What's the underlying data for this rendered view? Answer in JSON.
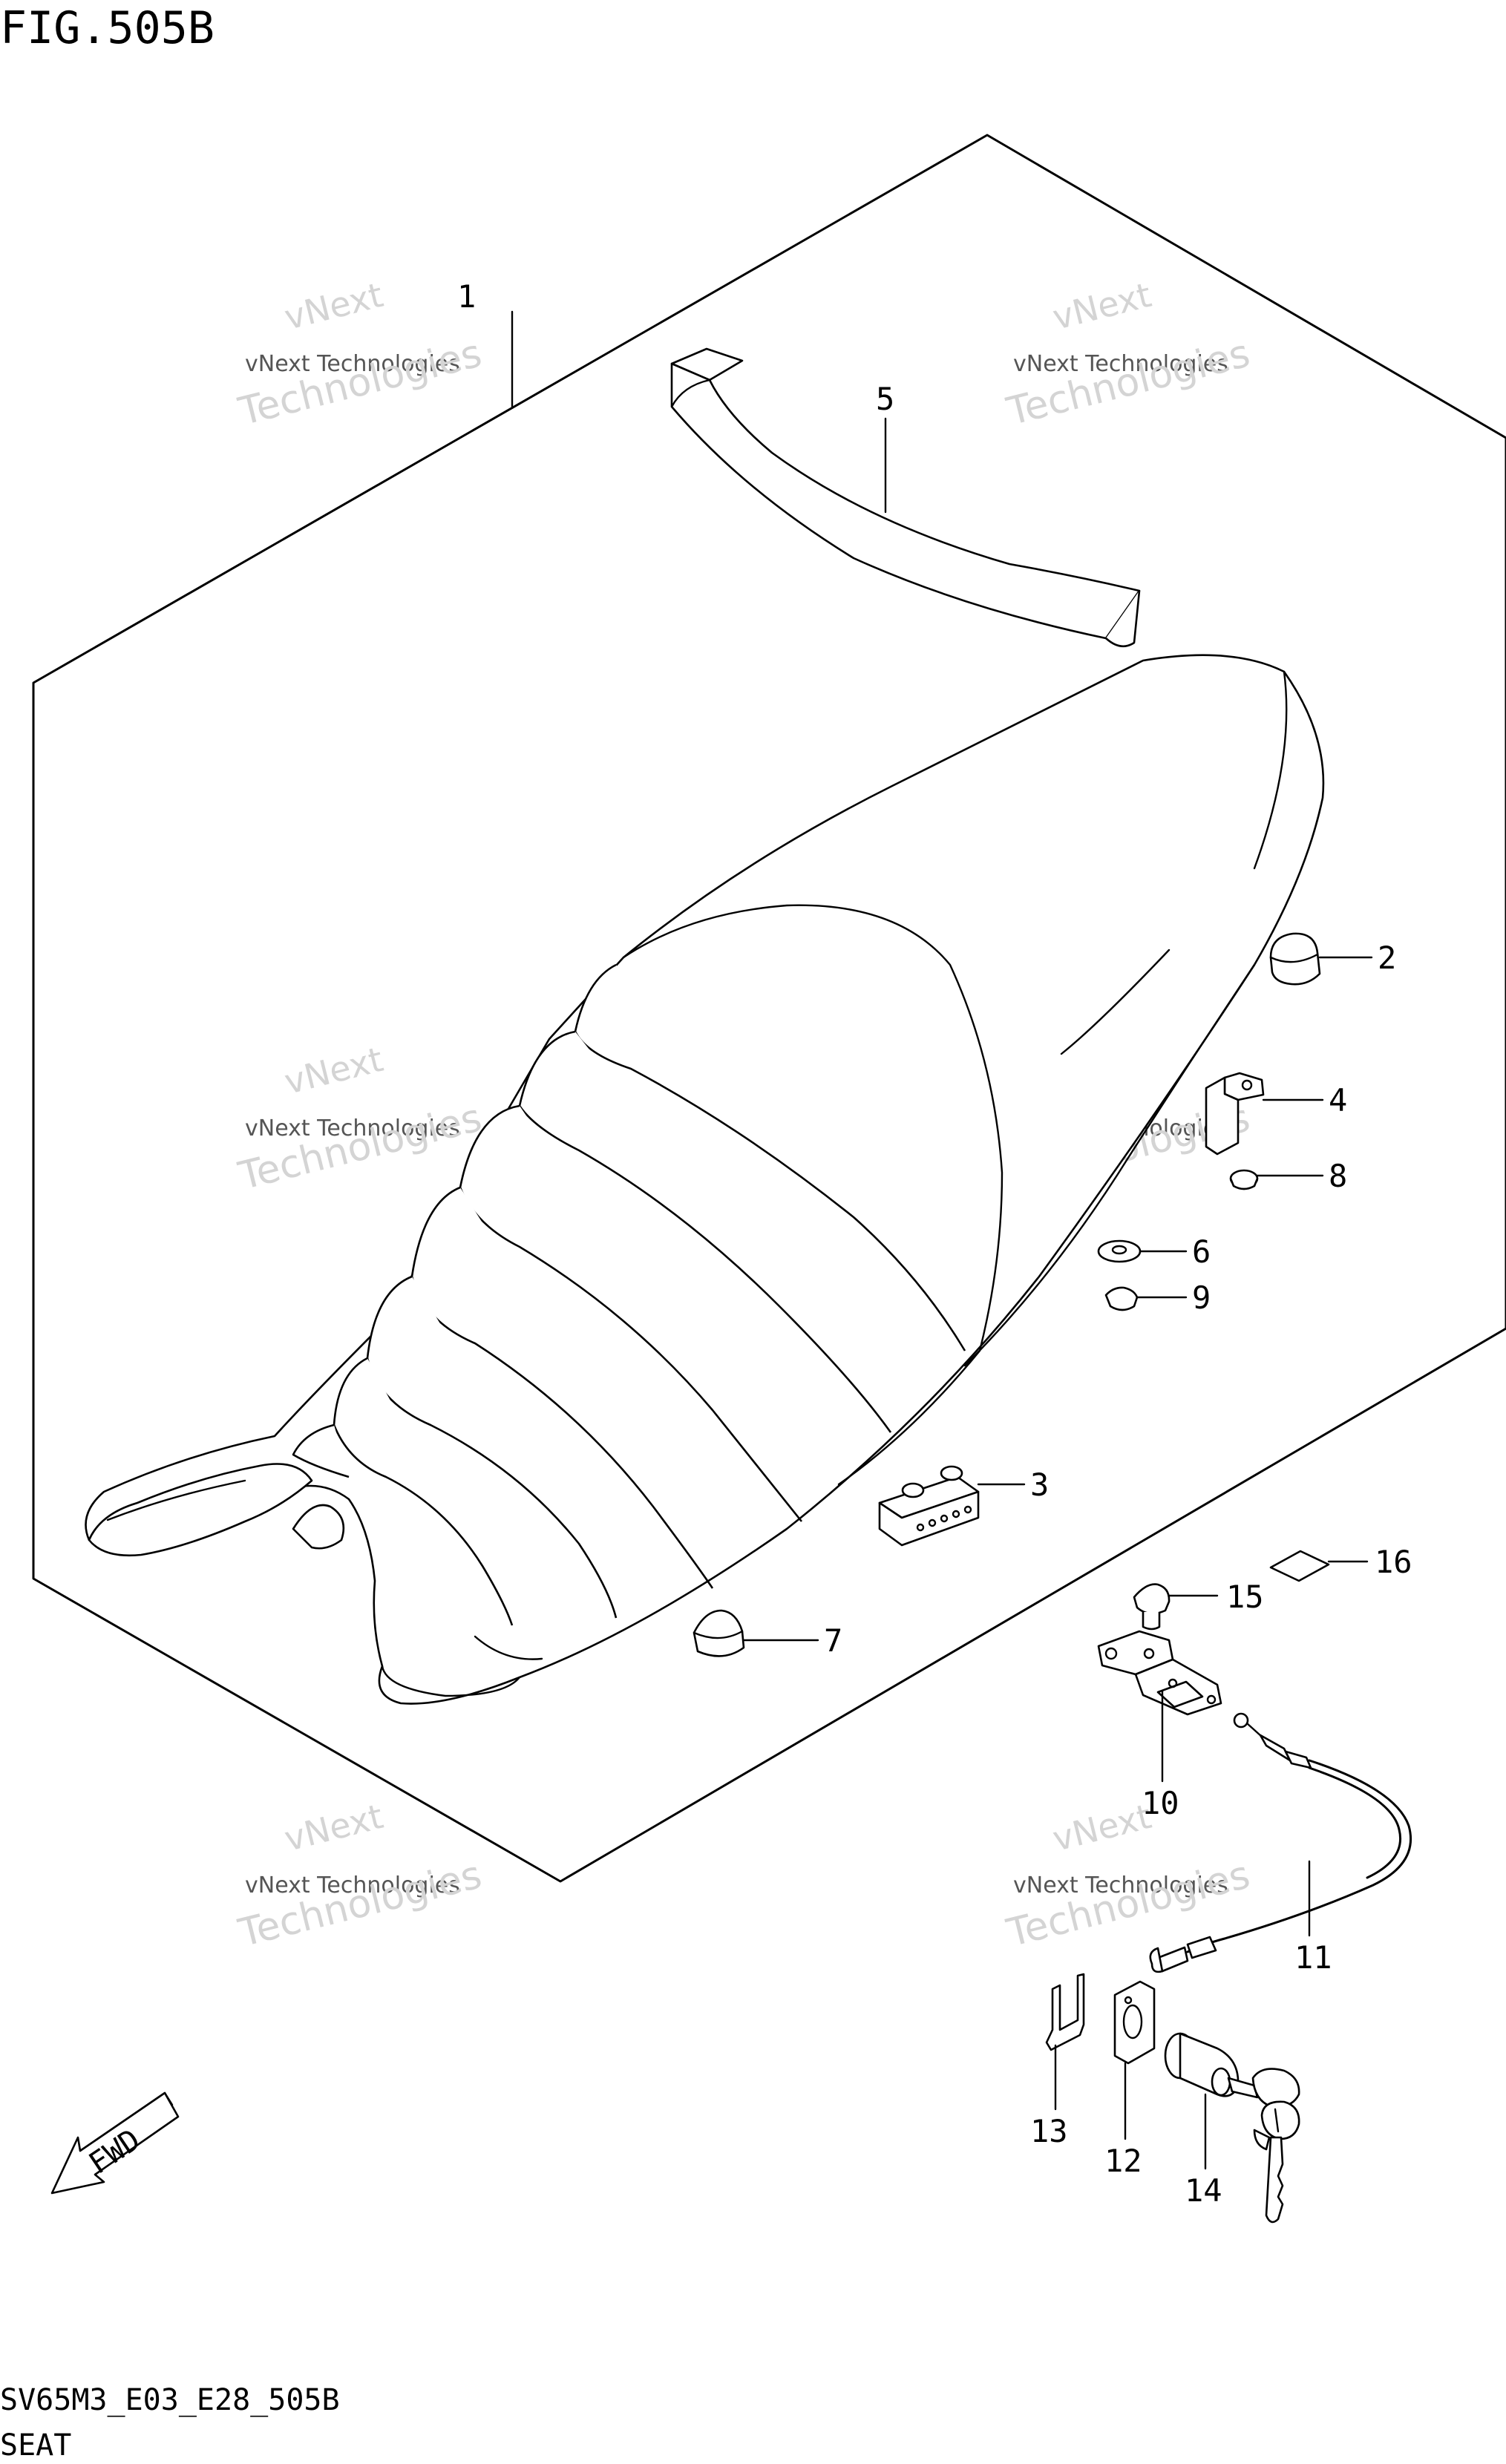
{
  "figure": {
    "title": "FIG.505B",
    "code": "SV65M3_E03_E28_505B",
    "caption": "SEAT"
  },
  "watermark": {
    "line1": "vNext",
    "line2": "vNext Technologies",
    "line3": "Technologies"
  },
  "direction_badge": "FWD",
  "callouts": [
    {
      "id": "1",
      "label": "1"
    },
    {
      "id": "2",
      "label": "2"
    },
    {
      "id": "3",
      "label": "3"
    },
    {
      "id": "4",
      "label": "4"
    },
    {
      "id": "5",
      "label": "5"
    },
    {
      "id": "6",
      "label": "6"
    },
    {
      "id": "7",
      "label": "7"
    },
    {
      "id": "8",
      "label": "8"
    },
    {
      "id": "9",
      "label": "9"
    },
    {
      "id": "10",
      "label": "10"
    },
    {
      "id": "11",
      "label": "11"
    },
    {
      "id": "12",
      "label": "12"
    },
    {
      "id": "13",
      "label": "13"
    },
    {
      "id": "14",
      "label": "14"
    },
    {
      "id": "15",
      "label": "15"
    },
    {
      "id": "16",
      "label": "16"
    }
  ],
  "colors": {
    "line": "#000000",
    "background": "#ffffff",
    "watermark": "#d0d0d0"
  }
}
